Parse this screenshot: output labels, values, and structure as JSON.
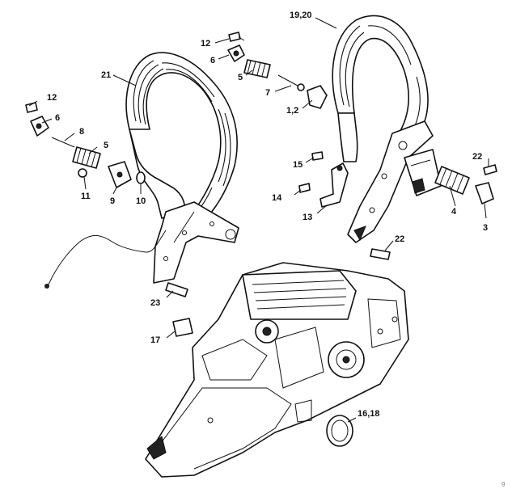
{
  "callouts": {
    "c1920": "19,20",
    "c21": "21",
    "c12a": "12",
    "c6a": "6",
    "c5a": "5",
    "c7": "7",
    "c12": "1,2",
    "c12b": "12",
    "c6b": "6",
    "c8": "8",
    "c5b": "5",
    "c11": "11",
    "c9": "9",
    "c10": "10",
    "c15": "15",
    "c14": "14",
    "c13": "13",
    "c22a": "22",
    "c4": "4",
    "c3": "3",
    "c22b": "22",
    "c23": "23",
    "c17": "17",
    "c1618": "16,18"
  },
  "reference_mark": "9"
}
